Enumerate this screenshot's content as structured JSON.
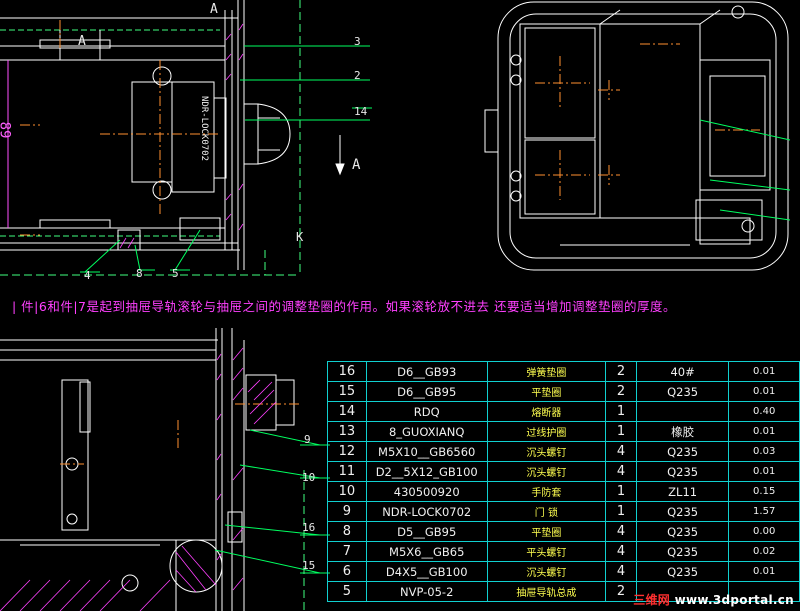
{
  "note_text": "| 件|6和件|7是起到抽屉导轨滚轮与抽屉之间的调整垫圈的作用。如果滚轮放不进去  还要适当增加调整垫圈的厚度。",
  "section_marks": {
    "a_top": "A",
    "a_left": "A",
    "a_arrow": "A",
    "k": "K"
  },
  "dimension_text": "89",
  "callouts_top": [
    "3",
    "2",
    "14",
    "4",
    "8",
    "5"
  ],
  "callouts_bottom": [
    "9",
    "10",
    "16",
    "15"
  ],
  "part_marking": "NDR-LOCK0702",
  "bom_rows": [
    {
      "no": "16",
      "code": "D6__GB93",
      "name": "弹簧垫圈",
      "qty": "2",
      "material": "40#",
      "weight": "0.01"
    },
    {
      "no": "15",
      "code": "D6__GB95",
      "name": "平垫圈",
      "qty": "2",
      "material": "Q235",
      "weight": "0.01"
    },
    {
      "no": "14",
      "code": "RDQ",
      "name": "熔断器",
      "qty": "1",
      "material": "",
      "weight": "0.40"
    },
    {
      "no": "13",
      "code": "8_GUOXIANQ",
      "name": "过线护圈",
      "qty": "1",
      "material": "橡胶",
      "weight": "0.01"
    },
    {
      "no": "12",
      "code": "M5X10__GB6560",
      "name": "沉头螺钉",
      "qty": "4",
      "material": "Q235",
      "weight": "0.03"
    },
    {
      "no": "11",
      "code": "D2__5X12_GB100",
      "name": "沉头螺钉",
      "qty": "4",
      "material": "Q235",
      "weight": "0.01"
    },
    {
      "no": "10",
      "code": "430500920",
      "name": "手防套",
      "qty": "1",
      "material": "ZL11",
      "weight": "0.15"
    },
    {
      "no": "9",
      "code": "NDR-LOCK0702",
      "name": "门   锁",
      "qty": "1",
      "material": "Q235",
      "weight": "1.57"
    },
    {
      "no": "8",
      "code": "D5__GB95",
      "name": "平垫圈",
      "qty": "4",
      "material": "Q235",
      "weight": "0.00"
    },
    {
      "no": "7",
      "code": "M5X6__GB65",
      "name": "平头螺钉",
      "qty": "4",
      "material": "Q235",
      "weight": "0.02"
    },
    {
      "no": "6",
      "code": "D4X5__GB100",
      "name": "沉头螺钉",
      "qty": "4",
      "material": "Q235",
      "weight": "0.01"
    },
    {
      "no": "5",
      "code": "NVP-05-2",
      "name": "抽屉导轨总成",
      "qty": "2",
      "material": "",
      "weight": ""
    }
  ],
  "watermark": {
    "brand": "三维网",
    "url": "www.3dportal.cn"
  },
  "colors": {
    "background": "#000000",
    "outline": "#ffffff",
    "leader": "#00ff60",
    "table_grid": "#10d0d0",
    "centerline": "#ff9030",
    "dimension": "#ff50ff",
    "hatch": "#ff40ff"
  }
}
